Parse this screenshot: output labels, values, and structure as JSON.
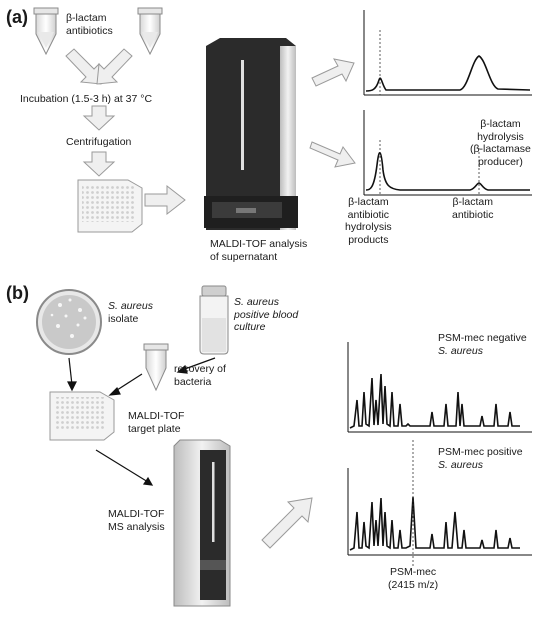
{
  "panel_a": {
    "label": "(a)",
    "antibiotics": "β-lactam\nantibiotics",
    "incubation": "Incubation (1.5-3 h) at 37 °C",
    "centrifugation": "Centrifugation",
    "maldi_analysis": "MALDI-TOF analysis\nof supernatant",
    "hydrolysis_label": "β-lactam\nhydrolysis\n(β-lactamase\nproducer)",
    "products_label": "β-lactam\nantibiotic\nhydrolysis\nproducts",
    "antibiotic_label": "β-lactam\nantibiotic"
  },
  "panel_b": {
    "label": "(b)",
    "isolate_species": "S. aureus",
    "isolate_word": "isolate",
    "blood_culture": "S. aureus\npositive blood\nculture",
    "recovery": "recovery of\nbacteria",
    "target_plate": "MALDI-TOF\ntarget plate",
    "ms_analysis": "MALDI-TOF\nMS analysis",
    "negative_title": "PSM-mec negative",
    "negative_species": "S. aureus",
    "positive_title": "PSM-mec positive",
    "positive_species": "S. aureus",
    "psm_label": "PSM-mec\n(2415 m/z)"
  },
  "colors": {
    "arrow_fill": "#efefef",
    "arrow_stroke": "#9a9a9a",
    "instrument_dark": "#2b2b2b",
    "instrument_light": "#dcdcdc",
    "spectrum_line": "#111111"
  }
}
